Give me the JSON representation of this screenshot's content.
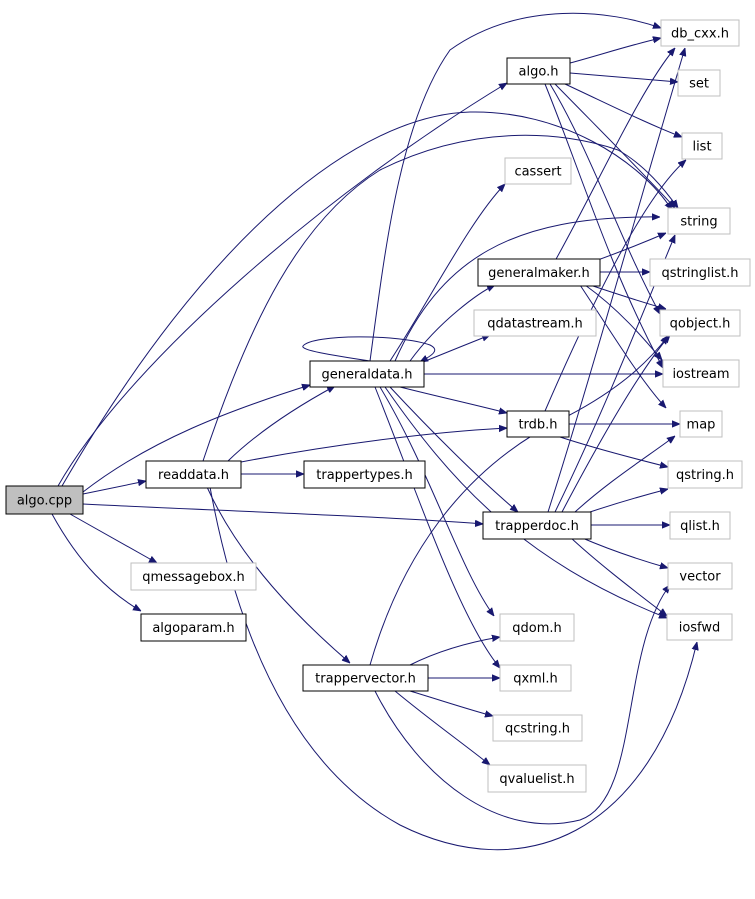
{
  "colors": {
    "edge": "#191970",
    "documented_border": "#000000",
    "undocumented_border": "#bfbfbf",
    "root_fill": "#bfbfbf",
    "background": "#ffffff"
  },
  "nodes": {
    "algo_cpp": {
      "label": "algo.cpp",
      "kind": "root"
    },
    "readdata_h": {
      "label": "readdata.h",
      "kind": "documented"
    },
    "qmessagebox_h": {
      "label": "qmessagebox.h",
      "kind": "undocumented"
    },
    "algoparam_h": {
      "label": "algoparam.h",
      "kind": "documented"
    },
    "algo_h": {
      "label": "algo.h",
      "kind": "documented"
    },
    "generaldata_h": {
      "label": "generaldata.h",
      "kind": "documented"
    },
    "trappertypes_h": {
      "label": "trappertypes.h",
      "kind": "documented"
    },
    "trappervector_h": {
      "label": "trappervector.h",
      "kind": "documented"
    },
    "cassert": {
      "label": "cassert",
      "kind": "undocumented"
    },
    "generalmaker_h": {
      "label": "generalmaker.h",
      "kind": "documented"
    },
    "qdatastream_h": {
      "label": "qdatastream.h",
      "kind": "undocumented"
    },
    "trdb_h": {
      "label": "trdb.h",
      "kind": "documented"
    },
    "trapperdoc_h": {
      "label": "trapperdoc.h",
      "kind": "documented"
    },
    "qdom_h": {
      "label": "qdom.h",
      "kind": "undocumented"
    },
    "qxml_h": {
      "label": "qxml.h",
      "kind": "undocumented"
    },
    "qcstring_h": {
      "label": "qcstring.h",
      "kind": "undocumented"
    },
    "qvaluelist_h": {
      "label": "qvaluelist.h",
      "kind": "undocumented"
    },
    "db_cxx_h": {
      "label": "db_cxx.h",
      "kind": "undocumented"
    },
    "set": {
      "label": "set",
      "kind": "undocumented"
    },
    "list": {
      "label": "list",
      "kind": "undocumented"
    },
    "string": {
      "label": "string",
      "kind": "undocumented"
    },
    "qstringlist_h": {
      "label": "qstringlist.h",
      "kind": "undocumented"
    },
    "qobject_h": {
      "label": "qobject.h",
      "kind": "undocumented"
    },
    "iostream": {
      "label": "iostream",
      "kind": "undocumented"
    },
    "map": {
      "label": "map",
      "kind": "undocumented"
    },
    "qstring_h": {
      "label": "qstring.h",
      "kind": "undocumented"
    },
    "qlist_h": {
      "label": "qlist.h",
      "kind": "undocumented"
    },
    "vector": {
      "label": "vector",
      "kind": "undocumented"
    },
    "iosfwd": {
      "label": "iosfwd",
      "kind": "undocumented"
    }
  }
}
